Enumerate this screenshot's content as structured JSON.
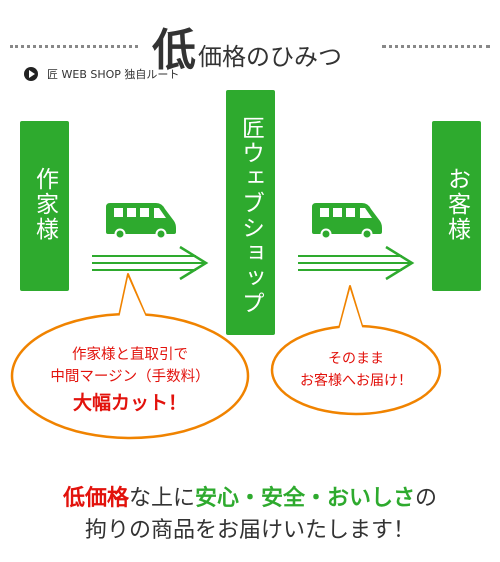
{
  "title": {
    "big_char": "低",
    "rest": "価格のひみつ"
  },
  "route": {
    "label": "匠 WEB SHOP 独自ルート"
  },
  "boxes": {
    "artisan": "作家様",
    "shop": "匠ウェブショップ",
    "customer": "お客様"
  },
  "bubble1": {
    "line1": "作家様と直取引で",
    "line2": "中間マージン（手数料）",
    "line3": "大幅カット！"
  },
  "bubble2": {
    "line1": "そのまま",
    "line2": "お客様へお届け！"
  },
  "footer": {
    "p1": "低価格",
    "p2": "な上に",
    "p3": "安心・安全・おいしさ",
    "p4": "の",
    "line2": "拘りの商品をお届けいたします！"
  },
  "colors": {
    "green": "#2eaa2e",
    "red": "#e2120c",
    "orange": "#f08300"
  },
  "icons": [
    "play-icon",
    "delivery-truck-icon",
    "right-arrow-icon"
  ]
}
